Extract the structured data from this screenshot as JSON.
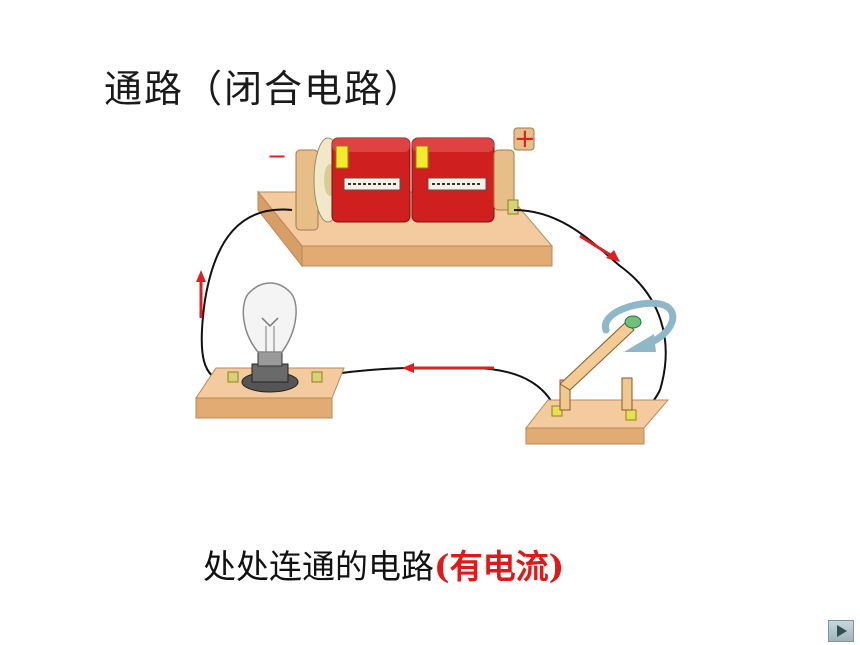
{
  "title": "通路（闭合电路）",
  "caption": {
    "main": "处处连通的电路",
    "highlight": "(有电流)"
  },
  "battery": {
    "minus_label": "−",
    "plus_label": "+"
  },
  "colors": {
    "battery_red": "#d01f1f",
    "wood": "#f2c99b",
    "current_arrow": "#e02020",
    "wire": "#111111",
    "rotation_arrow": "#8fb7c8"
  },
  "icons": {
    "next": "play-triangle-icon",
    "rotation": "rotation-arrow-icon"
  }
}
